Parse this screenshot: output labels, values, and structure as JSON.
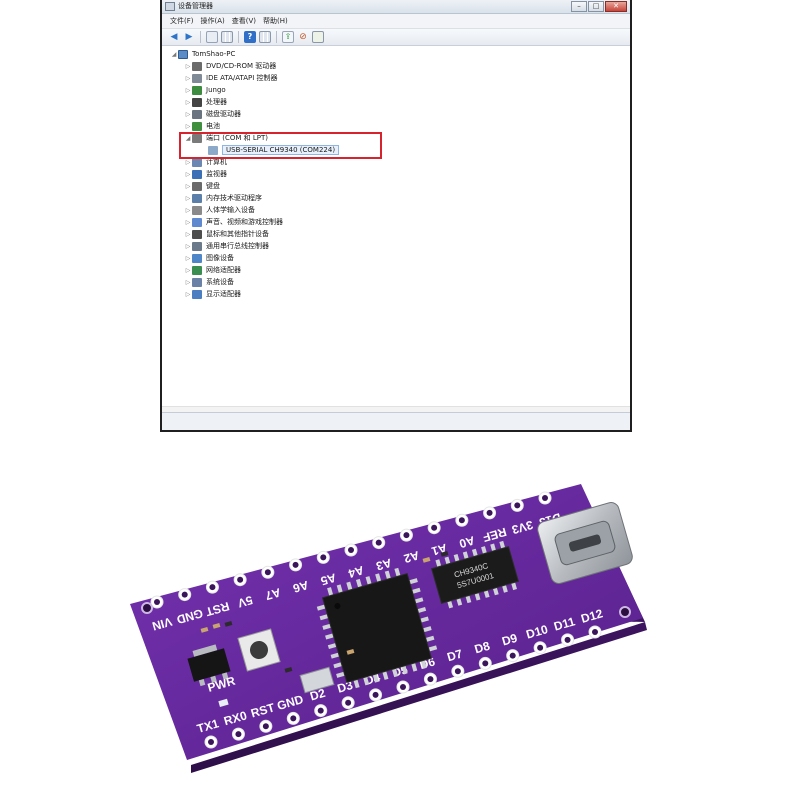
{
  "window": {
    "title": "设备管理器",
    "buttons": {
      "minimize": "–",
      "maximize": "□",
      "close": "✕"
    }
  },
  "menu": [
    "文件(F)",
    "操作(A)",
    "查看(V)",
    "帮助(H)"
  ],
  "toolbar_icons": [
    "back-arrow-icon",
    "forward-arrow-icon",
    "properties-icon",
    "list-view-icon",
    "help-icon",
    "grid-view-icon",
    "update-driver-icon",
    "disable-device-icon",
    "scan-hardware-icon"
  ],
  "tree": {
    "root": "TomShao-PC",
    "categories": [
      {
        "label": "DVD/CD-ROM 驱动器",
        "icon": "dvd-drive-icon"
      },
      {
        "label": "IDE ATA/ATAPI 控制器",
        "icon": "ide-controller-icon"
      },
      {
        "label": "Jungo",
        "icon": "jungo-icon"
      },
      {
        "label": "处理器",
        "icon": "processor-icon"
      },
      {
        "label": "磁盘驱动器",
        "icon": "disk-drive-icon"
      },
      {
        "label": "电池",
        "icon": "battery-icon"
      },
      {
        "label": "端口 (COM 和 LPT)",
        "icon": "port-icon",
        "expanded": true
      },
      {
        "label": "USB-SERIAL CH9340 (COM224)",
        "icon": "serial-port-icon",
        "child": true,
        "selected": true
      },
      {
        "label": "计算机",
        "icon": "computer-icon"
      },
      {
        "label": "监视器",
        "icon": "monitor-icon"
      },
      {
        "label": "键盘",
        "icon": "keyboard-icon"
      },
      {
        "label": "内存技术驱动程序",
        "icon": "memory-icon"
      },
      {
        "label": "人体学输入设备",
        "icon": "hid-icon"
      },
      {
        "label": "声音、视频和游戏控制器",
        "icon": "sound-icon"
      },
      {
        "label": "鼠标和其他指针设备",
        "icon": "mouse-icon"
      },
      {
        "label": "通用串行总线控制器",
        "icon": "usb-controller-icon"
      },
      {
        "label": "图像设备",
        "icon": "camera-icon"
      },
      {
        "label": "网络适配器",
        "icon": "network-icon"
      },
      {
        "label": "系统设备",
        "icon": "system-icon"
      },
      {
        "label": "显示适配器",
        "icon": "display-adapter-icon"
      }
    ]
  },
  "board": {
    "top_pins": [
      "VIN",
      "GND",
      "RST",
      "5V",
      "A7",
      "A6",
      "A5",
      "A4",
      "A3",
      "A2",
      "A1",
      "A0",
      "REF",
      "3V3",
      "D13"
    ],
    "bottom_pins": [
      "TX1",
      "RX0",
      "RST",
      "GND",
      "D2",
      "D3",
      "D4",
      "D5",
      "D6",
      "D7",
      "D8",
      "D9",
      "D10",
      "D11",
      "D12"
    ],
    "usb_chip_text": [
      "CH9340C",
      "5S7U0001"
    ],
    "led_label": "PWR",
    "colors": {
      "pcb": "#6a2aa0",
      "silkscreen": "#ffffff",
      "chip": "#1b1b1b",
      "usb_c": "#c7c9cc"
    }
  }
}
